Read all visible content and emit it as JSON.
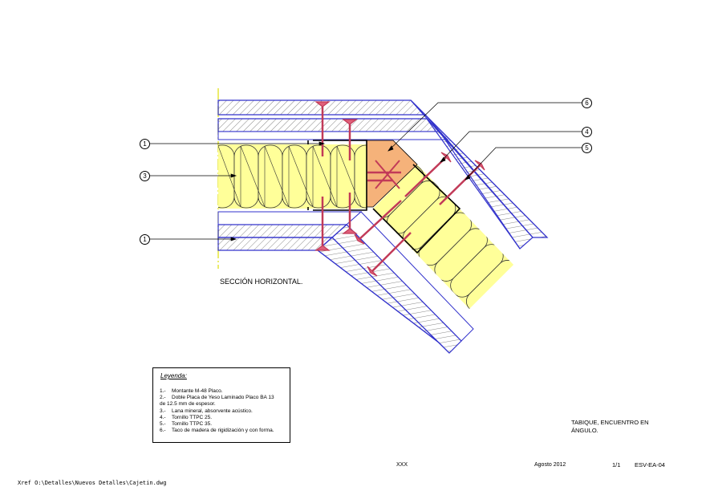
{
  "callouts": {
    "c1_top": "1",
    "c3": "3",
    "c1_bottom": "1",
    "c6": "6",
    "c4": "4",
    "c5": "5"
  },
  "section_title": "SECCIÓN HORIZONTAL.",
  "legend": {
    "title": "Leyenda:",
    "items": [
      {
        "num": "1.-",
        "text": "Montante M-48 Placo."
      },
      {
        "num": "2.-",
        "text": "Doble Placa de Yeso Laminado Placo BA 13",
        "cont": "de 12.5 mm de espesor."
      },
      {
        "num": "3.-",
        "text": "Lana mineral, absorvente acústico."
      },
      {
        "num": "4.-",
        "text": "Tornillo TTPC 25."
      },
      {
        "num": "5.-",
        "text": "Tornillo TTPC 35."
      },
      {
        "num": "6.-",
        "text": "Taco de madera de rigidización y con forma."
      }
    ]
  },
  "title_block": {
    "title": "TABIQUE, ENCUENTRO EN ÁNGULO.",
    "project": "XXX",
    "date": "Agosto 2012",
    "sheet": "1/1",
    "code": "ESV-EA-04"
  },
  "xref": "Xref O:\\Detalles\\Nuevos Detalles\\Cajetin.dwg",
  "colors": {
    "board_edge": "#3333cc",
    "hatch": "#333333",
    "insulation": "#ffff99",
    "stud": "#000000",
    "wood_block": "#f5b27a",
    "screw": "#e0607a",
    "axis": "#e6e63a"
  }
}
